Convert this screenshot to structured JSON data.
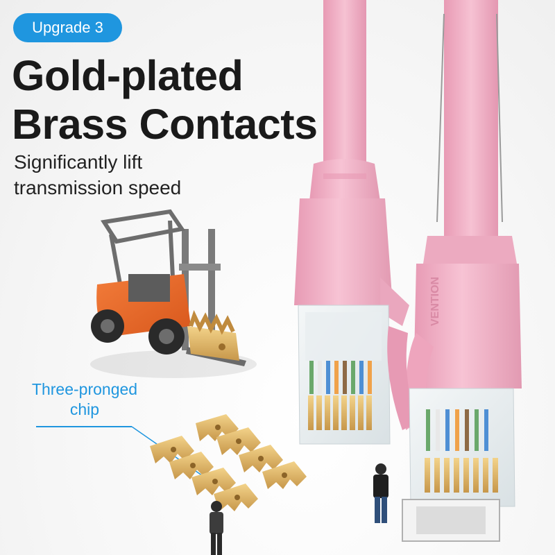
{
  "badge": {
    "label": "Upgrade 3"
  },
  "headline": {
    "line1": "Gold-plated",
    "line2": "Brass Contacts"
  },
  "subhead": {
    "line1": "Significantly lift",
    "line2": "transmission speed"
  },
  "callout": {
    "line1": "Three-pronged",
    "line2": "chip"
  },
  "connector": {
    "brand_text": "VENTION"
  },
  "colors": {
    "accent_blue": "#1f96df",
    "cable_pink": "#f3b3c8",
    "gold": "#d9b05c",
    "forklift_orange": "#e86a2a",
    "headline_text": "#1a1a1a"
  }
}
